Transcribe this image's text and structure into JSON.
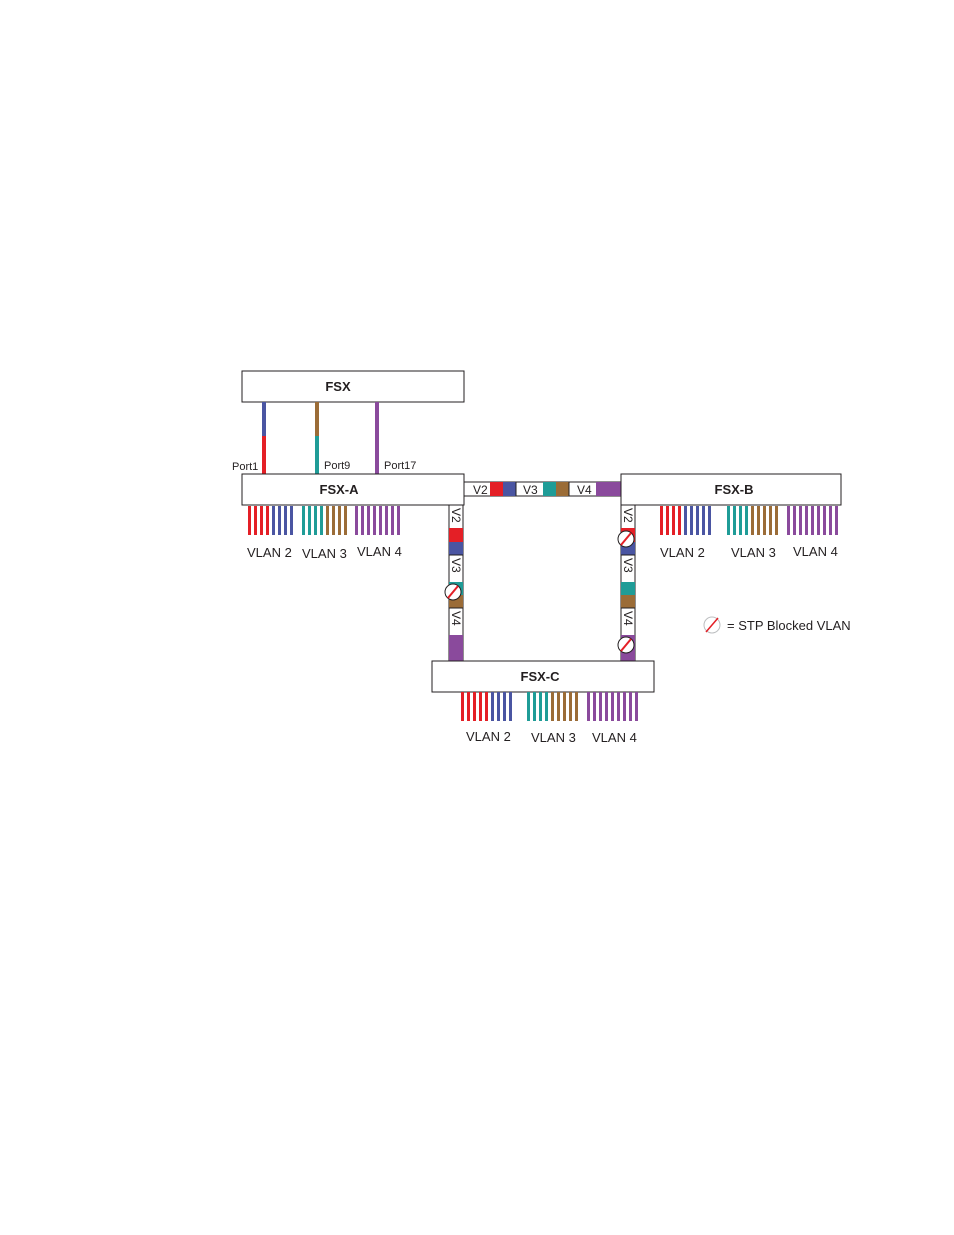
{
  "colors": {
    "vlan2_red": "#e41f26",
    "vlan2_blue": "#4a55a2",
    "vlan3_teal": "#1f9c97",
    "vlan3_brown": "#9b6c37",
    "vlan4_purple": "#8a4a9c",
    "outline": "#231f20",
    "blocked": "#e41f26"
  },
  "switches": {
    "fsx": "FSX",
    "fsx_a": "FSX-A",
    "fsx_b": "FSX-B",
    "fsx_c": "FSX-C"
  },
  "ports": {
    "port1": "Port1",
    "port9": "Port9",
    "port17": "Port17"
  },
  "vlans": {
    "vlan2": "VLAN 2",
    "vlan3": "VLAN 3",
    "vlan4": "VLAN 4"
  },
  "trunk": {
    "v2": "V2",
    "v3": "V3",
    "v4": "V4"
  },
  "legend": {
    "text": "= STP Blocked VLAN",
    "icon": "stp-blocked-icon"
  }
}
